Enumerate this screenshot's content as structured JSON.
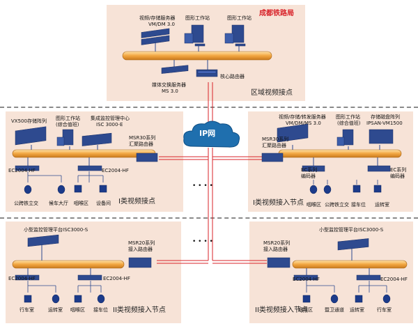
{
  "top": {
    "bureau": "成都铁路局",
    "video_server": "视频/存储服务器",
    "video_server_model": "VM/DM 3.0",
    "workstation1": "图形工作站",
    "workstation2": "图形工作站",
    "media_server": "媒体交换服务器",
    "media_server_model": "MS 3.0",
    "core_router": "核心路由器",
    "section": "区域视频接点"
  },
  "cloud": {
    "label": "IP网"
  },
  "mid_left": {
    "storage": "VX500存储阵列",
    "workstation": "图形工作站",
    "workstation_sub": "(综合值班)",
    "center": "集成监控管理中心",
    "center_model": "ISC 3000-E",
    "router": "MSR30系列",
    "router_sub": "汇聚路由器",
    "enc_left": "EC2004-HF",
    "enc_right": "EC2004-HF",
    "cams": [
      "公跨铁立交",
      "候车大厅",
      "咽喉区",
      "设备间"
    ],
    "section": "I类视频接点"
  },
  "mid_right": {
    "forward_server": "视频/存储/转发服务器",
    "forward_model": "VM/DM/MS 3.0",
    "workstation": "图形工作站",
    "workstation_sub": "(综合值班)",
    "disk": "存储磁盘阵列",
    "disk_model": "IPSAN-VM1500",
    "router": "MSR30系列",
    "router_sub": "汇聚路由器",
    "enc1": "EC系列",
    "enc1_sub": "编码器",
    "enc2": "EC系列",
    "enc2_sub": "编码器",
    "cams": [
      "咽喉区",
      "公跨铁立交",
      "接车位",
      "运转室"
    ],
    "section": "I类视频接入节点"
  },
  "bottom_left": {
    "platform": "小型监控管理平台ISC3000-S",
    "router": "MSR20系列",
    "router_sub": "接入路由器",
    "enc_left": "EC2004-HF",
    "enc_right": "EC2004-HF",
    "cams": [
      "行车室",
      "运转室",
      "咽喉区",
      "接车位"
    ],
    "section": "II类视频接入节点"
  },
  "bottom_right": {
    "platform": "小型监控管理平台ISC3000-S",
    "router": "MSR20系列",
    "router_sub": "接入路由器",
    "enc_left": "EC2004-HF",
    "enc_right": "EC2004-HF",
    "cams": [
      "咽喉区",
      "暨卫通道",
      "运转室",
      "行车室"
    ],
    "section": "II类视频接入节点"
  },
  "dots": "• • • •",
  "colors": {
    "panel": "#f7e3d7",
    "link": "#d8232a",
    "bus": "#f2a640",
    "device": "#2e4a8f",
    "cloud": "#1f6fae"
  }
}
